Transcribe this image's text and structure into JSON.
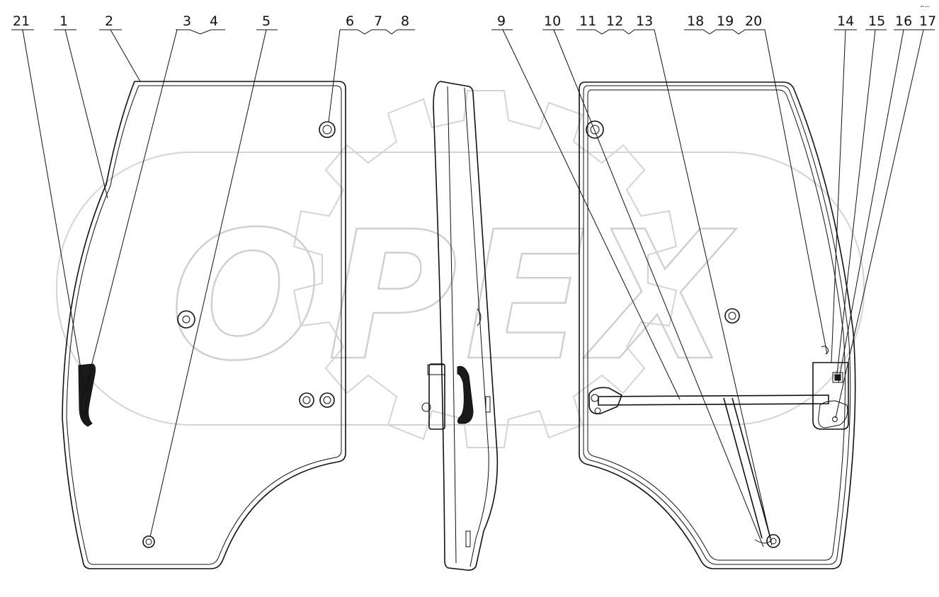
{
  "diagram": {
    "callouts": [
      "21",
      "1",
      "2",
      "3",
      "4",
      "5",
      "6",
      "7",
      "8",
      "9",
      "10",
      "11",
      "12",
      "13",
      "18",
      "19",
      "20",
      "14",
      "15",
      "16",
      "17"
    ],
    "watermark_text": "OPEX",
    "corner_mark": "ᴮᴹ ᵉᵉᵉ"
  }
}
